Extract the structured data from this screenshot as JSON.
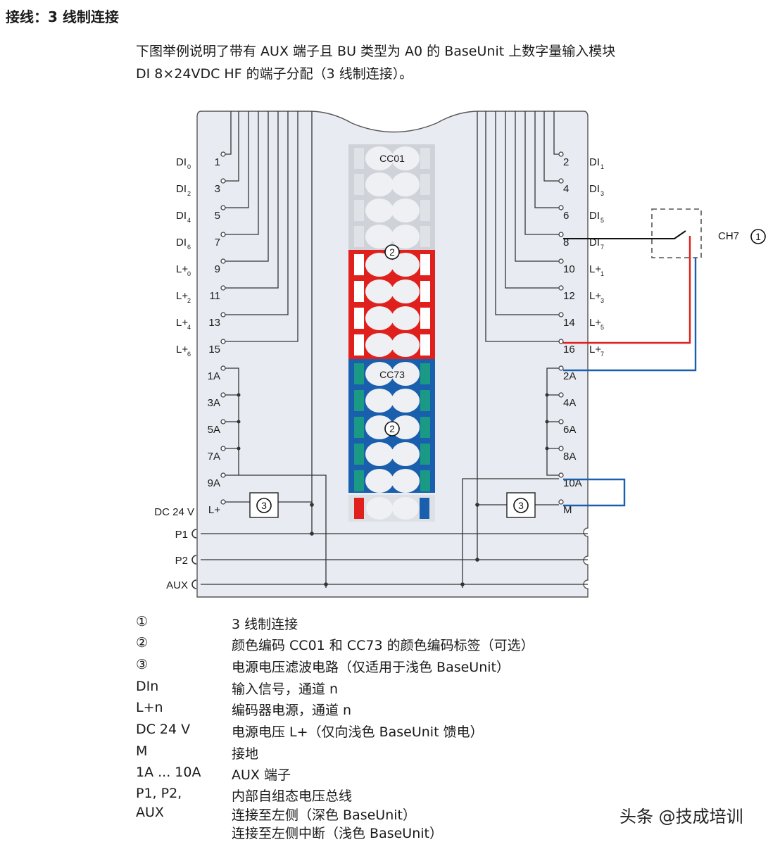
{
  "title": "接线：3 线制连接",
  "intro": [
    "下图举例说明了带有 AUX 端子且 BU 类型为 A0 的 BaseUnit 上数字量输入模块",
    "DI 8×24VDC HF 的端子分配（3 线制连接）。"
  ],
  "diagram": {
    "left_terminals": [
      {
        "num": "1",
        "sig": "DI",
        "sub": "0"
      },
      {
        "num": "3",
        "sig": "DI",
        "sub": "2"
      },
      {
        "num": "5",
        "sig": "DI",
        "sub": "4"
      },
      {
        "num": "7",
        "sig": "DI",
        "sub": "6"
      },
      {
        "num": "9",
        "sig": "L+",
        "sub": "0"
      },
      {
        "num": "11",
        "sig": "L+",
        "sub": "2"
      },
      {
        "num": "13",
        "sig": "L+",
        "sub": "4"
      },
      {
        "num": "15",
        "sig": "L+",
        "sub": "6"
      },
      {
        "num": "1A",
        "sig": "",
        "sub": ""
      },
      {
        "num": "3A",
        "sig": "",
        "sub": ""
      },
      {
        "num": "5A",
        "sig": "",
        "sub": ""
      },
      {
        "num": "7A",
        "sig": "",
        "sub": ""
      },
      {
        "num": "9A",
        "sig": "",
        "sub": ""
      },
      {
        "num": "L+",
        "sig": "DC 24 V",
        "sub": ""
      }
    ],
    "right_terminals": [
      {
        "num": "2",
        "sig": "DI",
        "sub": "1"
      },
      {
        "num": "4",
        "sig": "DI",
        "sub": "3"
      },
      {
        "num": "6",
        "sig": "DI",
        "sub": "5"
      },
      {
        "num": "8",
        "sig": "DI",
        "sub": "7"
      },
      {
        "num": "10",
        "sig": "L+",
        "sub": "1"
      },
      {
        "num": "12",
        "sig": "L+",
        "sub": "3"
      },
      {
        "num": "14",
        "sig": "L+",
        "sub": "5"
      },
      {
        "num": "16",
        "sig": "L+",
        "sub": "7"
      },
      {
        "num": "2A",
        "sig": "",
        "sub": ""
      },
      {
        "num": "4A",
        "sig": "",
        "sub": ""
      },
      {
        "num": "6A",
        "sig": "",
        "sub": ""
      },
      {
        "num": "8A",
        "sig": "",
        "sub": ""
      },
      {
        "num": "10A",
        "sig": "",
        "sub": ""
      },
      {
        "num": "M",
        "sig": "",
        "sub": ""
      }
    ],
    "buses": [
      "P1",
      "P2",
      "AUX"
    ],
    "color_codes": [
      "CC01",
      "CC73"
    ],
    "callout_2": "2",
    "callout_3": "3",
    "channel_label": "CH7",
    "channel_callout": "1",
    "colors": {
      "body": "#e8ecf2",
      "line": "#333333",
      "red": "#e0201c",
      "blue": "#1a5fae",
      "teal": "#1a9a84",
      "gray": "#cfd3d9"
    }
  },
  "legend": [
    {
      "symbol": "①",
      "text": "3 线制连接"
    },
    {
      "symbol": "②",
      "text": "颜色编码 CC01 和 CC73 的颜色编码标签（可选）"
    },
    {
      "symbol": "③",
      "text": "电源电压滤波电路（仅适用于浅色 BaseUnit）"
    },
    {
      "symbol": "DIn",
      "text": "输入信号，通道 n"
    },
    {
      "symbol": "L+n",
      "text": "编码器电源，通道 n"
    },
    {
      "symbol": "DC 24 V",
      "text": "电源电压 L+（仅向浅色 BaseUnit 馈电）"
    },
    {
      "symbol": "M",
      "text": "接地"
    },
    {
      "symbol": "1A ... 10A",
      "text": "AUX 端子"
    },
    {
      "symbol": "P1, P2,",
      "text": "内部自组态电压总线"
    },
    {
      "symbol": "AUX",
      "text": "连接至左侧（深色 BaseUnit）"
    },
    {
      "symbol": "",
      "text": "连接至左侧中断（浅色 BaseUnit）"
    }
  ],
  "watermark": "头条 @技成培训"
}
